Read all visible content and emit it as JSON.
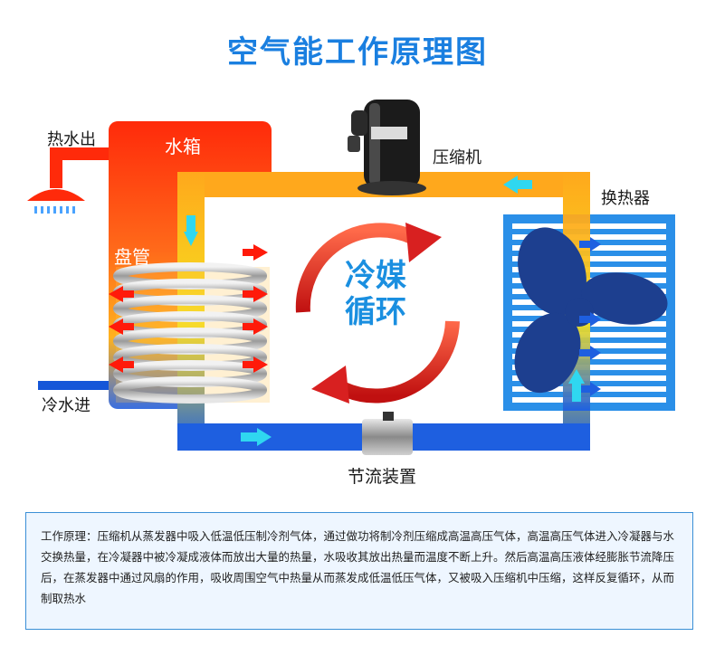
{
  "title": "空气能工作原理图",
  "labels": {
    "hot_water_out": "热水出",
    "water_tank": "水箱",
    "coil": "盘管",
    "cold_water_in": "冷水进",
    "compressor": "压缩机",
    "heat_exchanger": "换热器",
    "throttle": "节流装置",
    "refrigerant_cycle_line1": "冷媒",
    "refrigerant_cycle_line2": "循环"
  },
  "description": "工作原理：压缩机从蒸发器中吸入低温低压制冷剂气体，通过做功将制冷剂压缩成高温高压气体，高温高压气体进入冷凝器与水交换热量，在冷凝器中被冷凝成液体而放出大量的热量，水吸收其放出热量而温度不断上升。然后高温高压液体经膨胀节流降压后，在蒸发器中通过风扇的作用，吸收周围空气中热量从而蒸发成低温低压气体，又被吸入压缩机中压缩，这样反复循环，从而制取热水",
  "colors": {
    "accent": "#1a7fe0",
    "hot": "#ff2a0a",
    "cold": "#1556d8",
    "pipe_warm": "#ffa81c",
    "fan": "#1d3f8f"
  }
}
